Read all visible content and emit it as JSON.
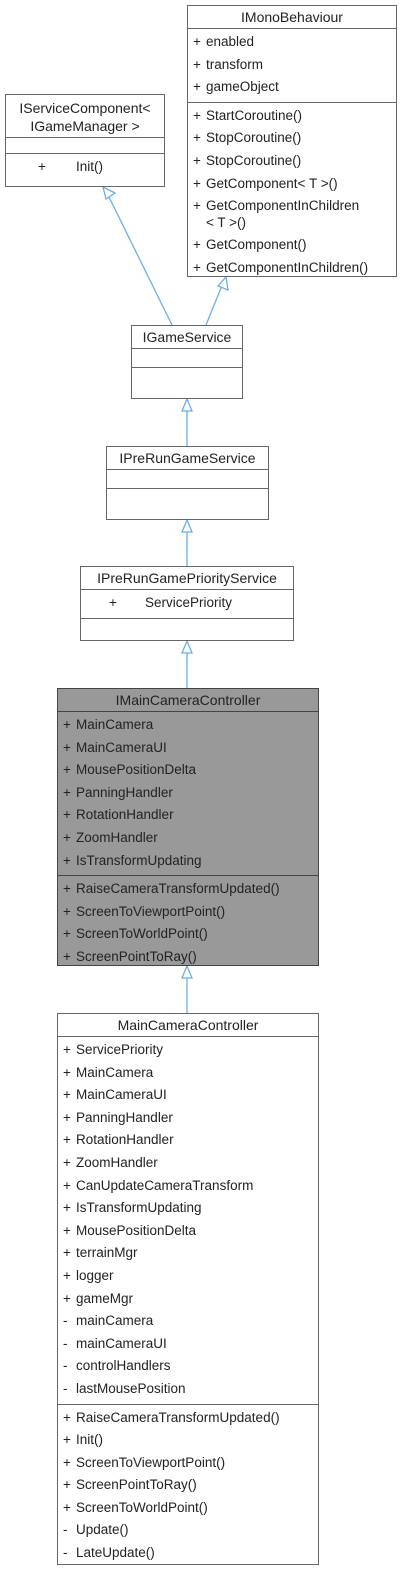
{
  "colors": {
    "edge": "#6aaee8",
    "highlight_fill": "#999999",
    "box_border": "#666666"
  },
  "classes": {
    "imonobehaviour": {
      "title": "IMonoBehaviour",
      "attributes": [
        {
          "vis": "+",
          "name": "enabled"
        },
        {
          "vis": "+",
          "name": "transform"
        },
        {
          "vis": "+",
          "name": "gameObject"
        }
      ],
      "methods": [
        {
          "vis": "+",
          "name": "StartCoroutine()"
        },
        {
          "vis": "+",
          "name": "StopCoroutine()"
        },
        {
          "vis": "+",
          "name": "StopCoroutine()"
        },
        {
          "vis": "+",
          "name": "GetComponent< T >()"
        },
        {
          "vis": "+",
          "name": "GetComponentInChildren\n< T >()"
        },
        {
          "vis": "+",
          "name": "GetComponent()"
        },
        {
          "vis": "+",
          "name": "GetComponentInChildren()"
        }
      ]
    },
    "iservicecomponent": {
      "title_line1": "IServiceComponent<",
      "title_line2": "IGameManager >",
      "methods": [
        {
          "vis": "+",
          "name": "Init()"
        }
      ]
    },
    "igameservice": {
      "title": "IGameService"
    },
    "iprerungameservice": {
      "title": "IPreRunGameService"
    },
    "iprerungamepriorityservice": {
      "title": "IPreRunGamePriorityService",
      "attributes": [
        {
          "vis": "+",
          "name": "ServicePriority"
        }
      ]
    },
    "imaincameracontroller": {
      "title": "IMainCameraController",
      "attributes": [
        {
          "vis": "+",
          "name": "MainCamera"
        },
        {
          "vis": "+",
          "name": "MainCameraUI"
        },
        {
          "vis": "+",
          "name": "MousePositionDelta"
        },
        {
          "vis": "+",
          "name": "PanningHandler"
        },
        {
          "vis": "+",
          "name": "RotationHandler"
        },
        {
          "vis": "+",
          "name": "ZoomHandler"
        },
        {
          "vis": "+",
          "name": "IsTransformUpdating"
        }
      ],
      "methods": [
        {
          "vis": "+",
          "name": "RaiseCameraTransformUpdated()"
        },
        {
          "vis": "+",
          "name": "ScreenToViewportPoint()"
        },
        {
          "vis": "+",
          "name": "ScreenToWorldPoint()"
        },
        {
          "vis": "+",
          "name": "ScreenPointToRay()"
        }
      ]
    },
    "maincameracontroller": {
      "title": "MainCameraController",
      "attributes": [
        {
          "vis": "+",
          "name": "ServicePriority"
        },
        {
          "vis": "+",
          "name": "MainCamera"
        },
        {
          "vis": "+",
          "name": "MainCameraUI"
        },
        {
          "vis": "+",
          "name": "PanningHandler"
        },
        {
          "vis": "+",
          "name": "RotationHandler"
        },
        {
          "vis": "+",
          "name": "ZoomHandler"
        },
        {
          "vis": "+",
          "name": "CanUpdateCameraTransform"
        },
        {
          "vis": "+",
          "name": "IsTransformUpdating"
        },
        {
          "vis": "+",
          "name": "MousePositionDelta"
        },
        {
          "vis": "+",
          "name": "terrainMgr"
        },
        {
          "vis": "+",
          "name": "logger"
        },
        {
          "vis": "+",
          "name": "gameMgr"
        },
        {
          "vis": "-",
          "name": "mainCamera"
        },
        {
          "vis": "-",
          "name": "mainCameraUI"
        },
        {
          "vis": "-",
          "name": "controlHandlers"
        },
        {
          "vis": "-",
          "name": "lastMousePosition"
        }
      ],
      "methods": [
        {
          "vis": "+",
          "name": "RaiseCameraTransformUpdated()"
        },
        {
          "vis": "+",
          "name": "Init()"
        },
        {
          "vis": "+",
          "name": "ScreenToViewportPoint()"
        },
        {
          "vis": "+",
          "name": "ScreenPointToRay()"
        },
        {
          "vis": "+",
          "name": "ScreenToWorldPoint()"
        },
        {
          "vis": "-",
          "name": "Update()"
        },
        {
          "vis": "-",
          "name": "LateUpdate()"
        }
      ]
    }
  }
}
